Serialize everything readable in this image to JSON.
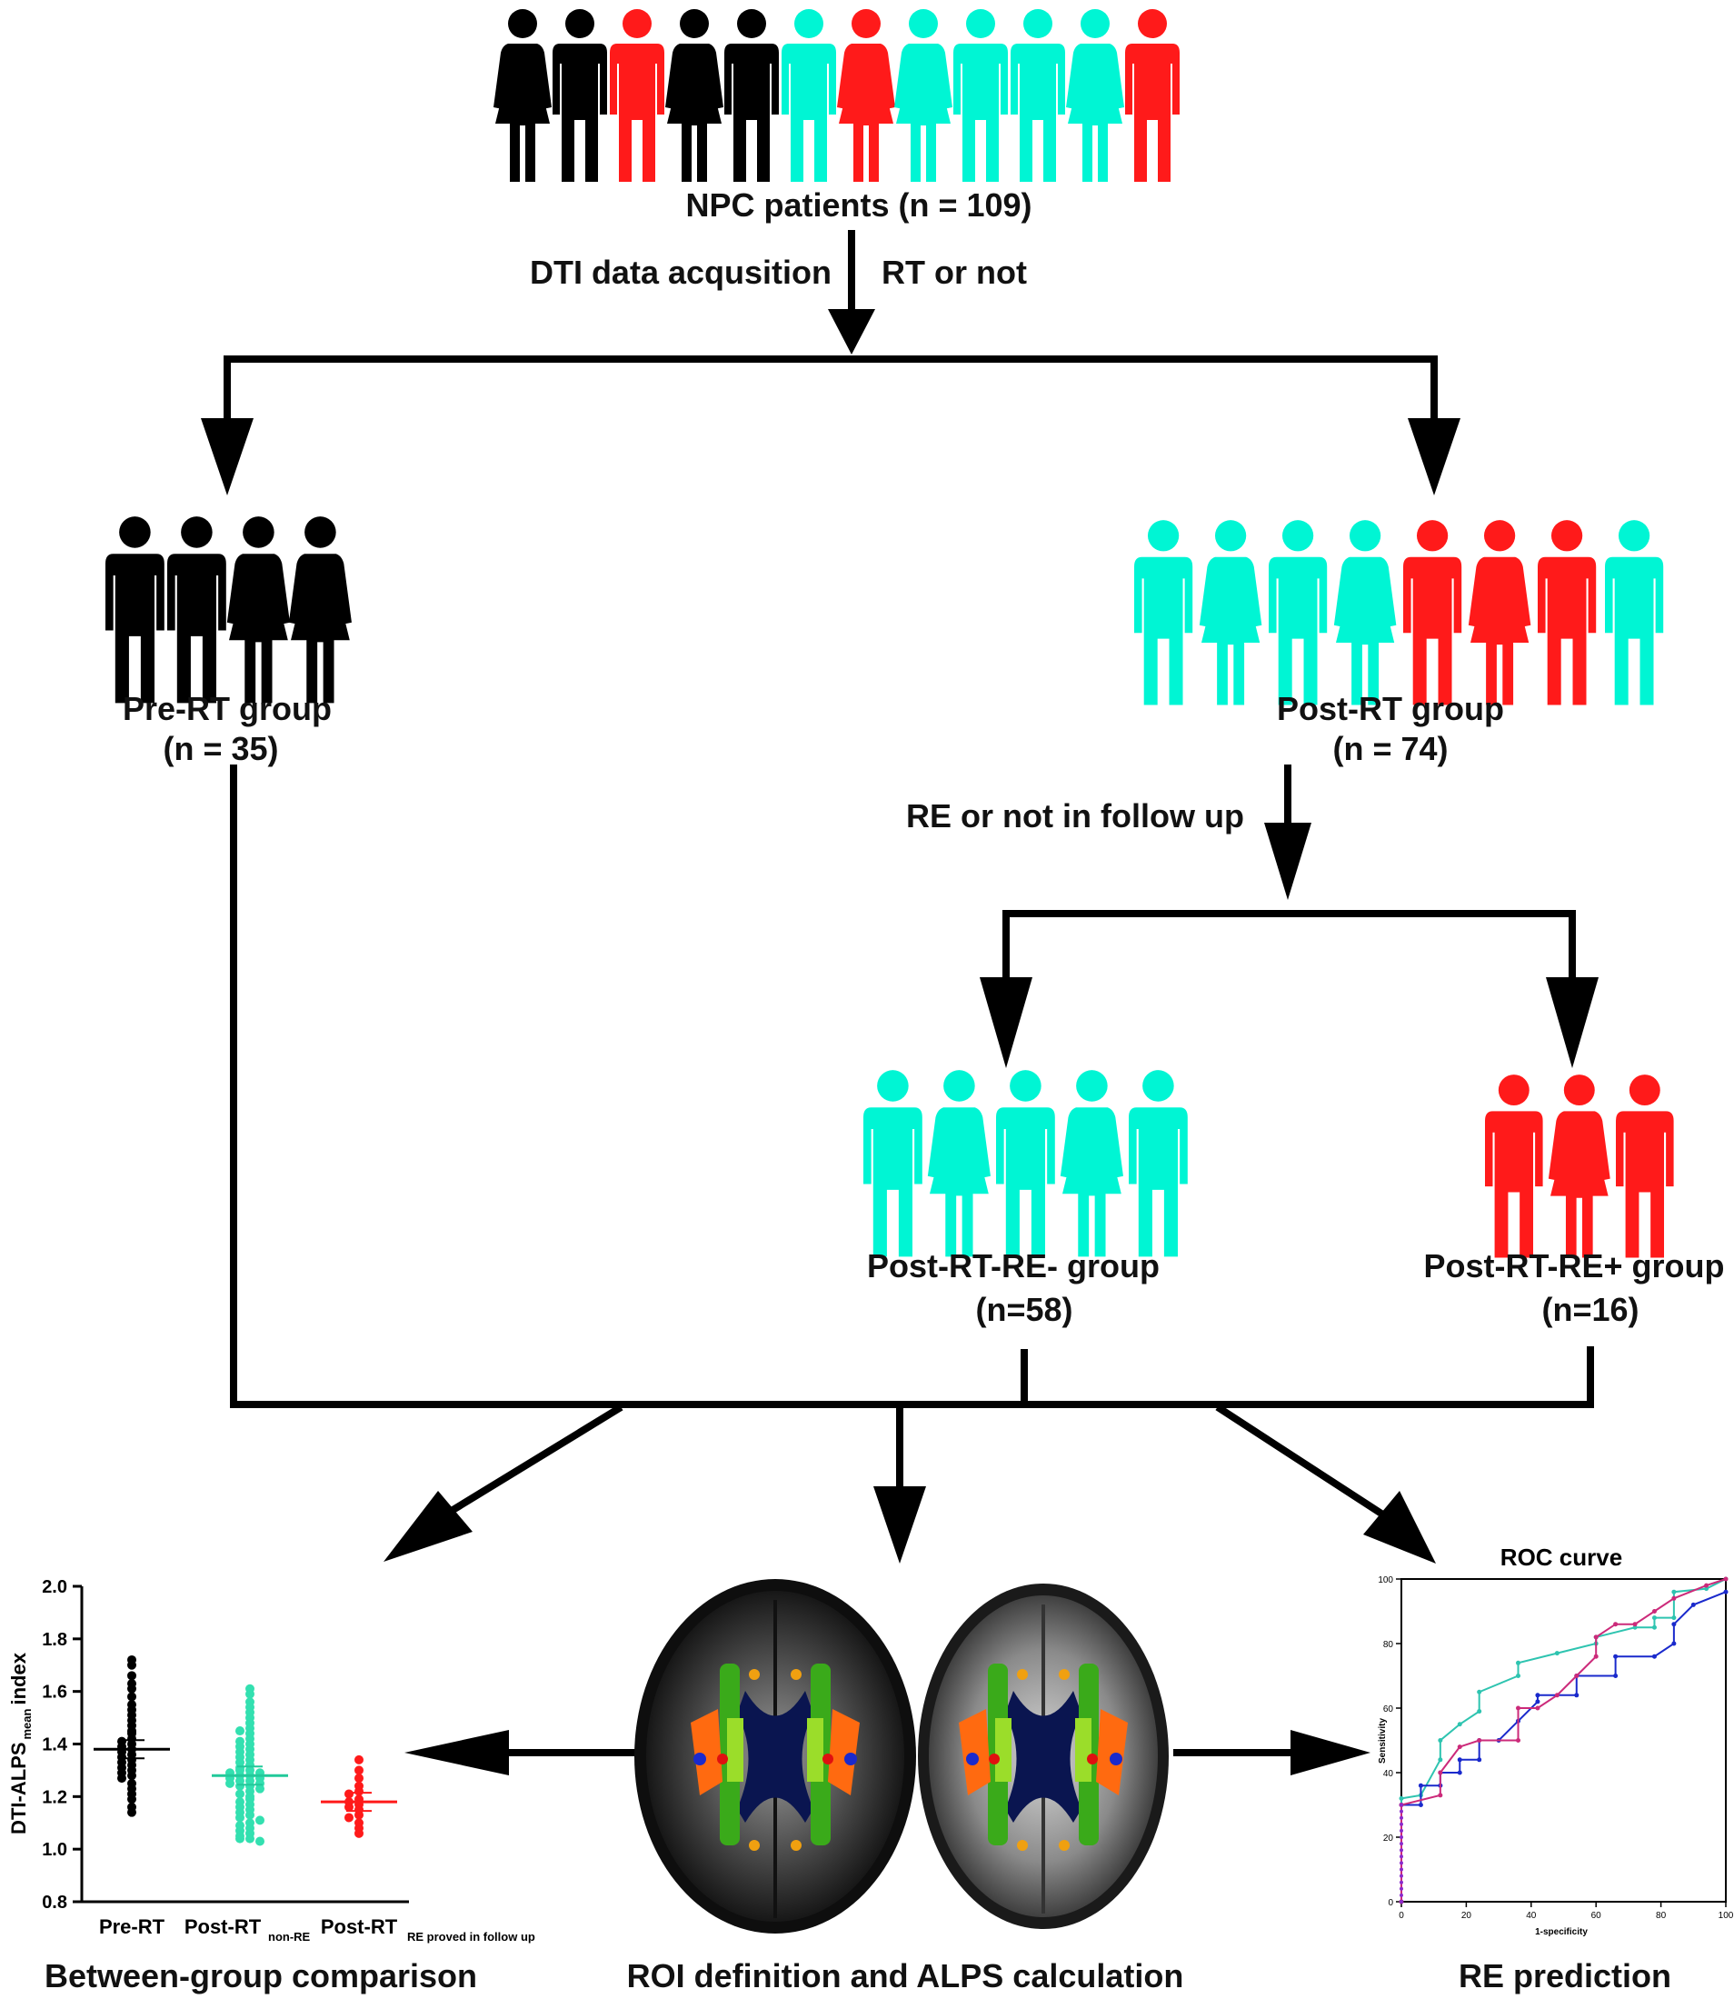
{
  "colors": {
    "black": "#000000",
    "cyan": "#00f5d4",
    "red": "#ff1a1a",
    "line": "#000000",
    "seafoam": "#33e0b0",
    "blue": "#1a2acc",
    "magenta": "#cc2a7a",
    "roc_cyan": "#2ec4b0"
  },
  "top": {
    "people": [
      {
        "color": "black",
        "sex": "female"
      },
      {
        "color": "black",
        "sex": "male"
      },
      {
        "color": "red",
        "sex": "male"
      },
      {
        "color": "black",
        "sex": "female"
      },
      {
        "color": "black",
        "sex": "male"
      },
      {
        "color": "cyan",
        "sex": "male"
      },
      {
        "color": "red",
        "sex": "female"
      },
      {
        "color": "cyan",
        "sex": "female"
      },
      {
        "color": "cyan",
        "sex": "male"
      },
      {
        "color": "cyan",
        "sex": "male"
      },
      {
        "color": "cyan",
        "sex": "female"
      },
      {
        "color": "red",
        "sex": "male"
      }
    ],
    "label": "NPC patients (n = 109)",
    "step_left": "DTI data acqusition",
    "step_right": "RT or not"
  },
  "pre_rt": {
    "people": [
      {
        "color": "black",
        "sex": "male"
      },
      {
        "color": "black",
        "sex": "male"
      },
      {
        "color": "black",
        "sex": "female"
      },
      {
        "color": "black",
        "sex": "female"
      }
    ],
    "label": "Pre-RT group",
    "n": "(n = 35)"
  },
  "post_rt": {
    "people": [
      {
        "color": "cyan",
        "sex": "male"
      },
      {
        "color": "cyan",
        "sex": "female"
      },
      {
        "color": "cyan",
        "sex": "male"
      },
      {
        "color": "cyan",
        "sex": "female"
      },
      {
        "color": "red",
        "sex": "male"
      },
      {
        "color": "red",
        "sex": "female"
      },
      {
        "color": "red",
        "sex": "male"
      },
      {
        "color": "cyan",
        "sex": "male"
      }
    ],
    "label": "Post-RT group",
    "n": "(n = 74)",
    "step": "RE or not in follow up"
  },
  "re_neg": {
    "people": [
      {
        "color": "cyan",
        "sex": "male"
      },
      {
        "color": "cyan",
        "sex": "female"
      },
      {
        "color": "cyan",
        "sex": "male"
      },
      {
        "color": "cyan",
        "sex": "female"
      },
      {
        "color": "cyan",
        "sex": "male"
      }
    ],
    "label": "Post-RT-RE- group",
    "n": "(n=58)"
  },
  "re_pos": {
    "people": [
      {
        "color": "red",
        "sex": "male"
      },
      {
        "color": "red",
        "sex": "female"
      },
      {
        "color": "red",
        "sex": "male"
      }
    ],
    "label": "Post-RT-RE+ group",
    "n": "(n=16)"
  },
  "scatter": {
    "ylabel_main": "DTI-ALPS",
    "ylabel_sub": "mean",
    "ylabel_end": "index",
    "yticks": [
      "0.8",
      "1.0",
      "1.2",
      "1.4",
      "1.6",
      "1.8",
      "2.0"
    ],
    "ylim": [
      0.8,
      2.0
    ],
    "groups": [
      {
        "label": "Pre-RT",
        "sub": "",
        "color": "black",
        "mean": 1.38,
        "values": [
          1.72,
          1.7,
          1.66,
          1.63,
          1.61,
          1.58,
          1.55,
          1.53,
          1.51,
          1.49,
          1.47,
          1.45,
          1.44,
          1.42,
          1.41,
          1.4,
          1.39,
          1.38,
          1.37,
          1.36,
          1.35,
          1.34,
          1.33,
          1.32,
          1.31,
          1.3,
          1.29,
          1.28,
          1.27,
          1.25,
          1.23,
          1.21,
          1.19,
          1.16,
          1.14
        ]
      },
      {
        "label": "Post-RT",
        "sub": "non-RE",
        "color": "seafoam",
        "mean": 1.28,
        "values": [
          1.61,
          1.59,
          1.56,
          1.54,
          1.52,
          1.5,
          1.48,
          1.46,
          1.45,
          1.44,
          1.42,
          1.41,
          1.4,
          1.39,
          1.38,
          1.37,
          1.36,
          1.35,
          1.34,
          1.33,
          1.32,
          1.31,
          1.3,
          1.3,
          1.29,
          1.29,
          1.28,
          1.28,
          1.27,
          1.27,
          1.26,
          1.26,
          1.25,
          1.25,
          1.24,
          1.24,
          1.23,
          1.22,
          1.21,
          1.2,
          1.19,
          1.18,
          1.17,
          1.16,
          1.15,
          1.14,
          1.13,
          1.12,
          1.11,
          1.1,
          1.09,
          1.08,
          1.07,
          1.06,
          1.05,
          1.04,
          1.04,
          1.03
        ]
      },
      {
        "label": "Post-RT",
        "sub": "RE proved in follow up",
        "color": "red",
        "mean": 1.18,
        "values": [
          1.34,
          1.3,
          1.27,
          1.24,
          1.22,
          1.21,
          1.19,
          1.18,
          1.17,
          1.16,
          1.15,
          1.13,
          1.12,
          1.1,
          1.08,
          1.06
        ]
      }
    ]
  },
  "roc": {
    "title": "ROC curve",
    "xlabel": "1-specificity",
    "ylabel": "Sensitivity",
    "ticks": [
      "0",
      "20",
      "40",
      "60",
      "80",
      "100"
    ],
    "series": [
      {
        "color": "roc_cyan",
        "points": [
          [
            0,
            0
          ],
          [
            0,
            32
          ],
          [
            6,
            33
          ],
          [
            12,
            44
          ],
          [
            12,
            50
          ],
          [
            18,
            55
          ],
          [
            24,
            59
          ],
          [
            24,
            65
          ],
          [
            36,
            70
          ],
          [
            36,
            74
          ],
          [
            48,
            77
          ],
          [
            60,
            80
          ],
          [
            60,
            82
          ],
          [
            72,
            85
          ],
          [
            78,
            85
          ],
          [
            78,
            88
          ],
          [
            84,
            88
          ],
          [
            84,
            96
          ],
          [
            94,
            97
          ],
          [
            100,
            100
          ]
        ]
      },
      {
        "color": "blue",
        "points": [
          [
            0,
            0
          ],
          [
            0,
            30
          ],
          [
            6,
            30
          ],
          [
            6,
            36
          ],
          [
            12,
            36
          ],
          [
            12,
            40
          ],
          [
            18,
            40
          ],
          [
            18,
            44
          ],
          [
            24,
            44
          ],
          [
            24,
            50
          ],
          [
            30,
            50
          ],
          [
            36,
            56
          ],
          [
            42,
            62
          ],
          [
            42,
            64
          ],
          [
            54,
            64
          ],
          [
            54,
            70
          ],
          [
            66,
            70
          ],
          [
            66,
            76
          ],
          [
            78,
            76
          ],
          [
            84,
            80
          ],
          [
            84,
            86
          ],
          [
            90,
            92
          ],
          [
            100,
            96
          ]
        ]
      },
      {
        "color": "magenta",
        "points": [
          [
            0,
            0
          ],
          [
            0,
            30
          ],
          [
            12,
            33
          ],
          [
            12,
            40
          ],
          [
            18,
            48
          ],
          [
            24,
            50
          ],
          [
            36,
            50
          ],
          [
            36,
            60
          ],
          [
            42,
            60
          ],
          [
            48,
            64
          ],
          [
            54,
            70
          ],
          [
            60,
            76
          ],
          [
            60,
            82
          ],
          [
            66,
            86
          ],
          [
            72,
            86
          ],
          [
            78,
            90
          ],
          [
            84,
            94
          ],
          [
            94,
            98
          ],
          [
            100,
            100
          ]
        ]
      }
    ]
  },
  "captions": {
    "left": "Between-group comparison",
    "middle": "ROI definition and ALPS calculation",
    "right": "RE prediction"
  }
}
